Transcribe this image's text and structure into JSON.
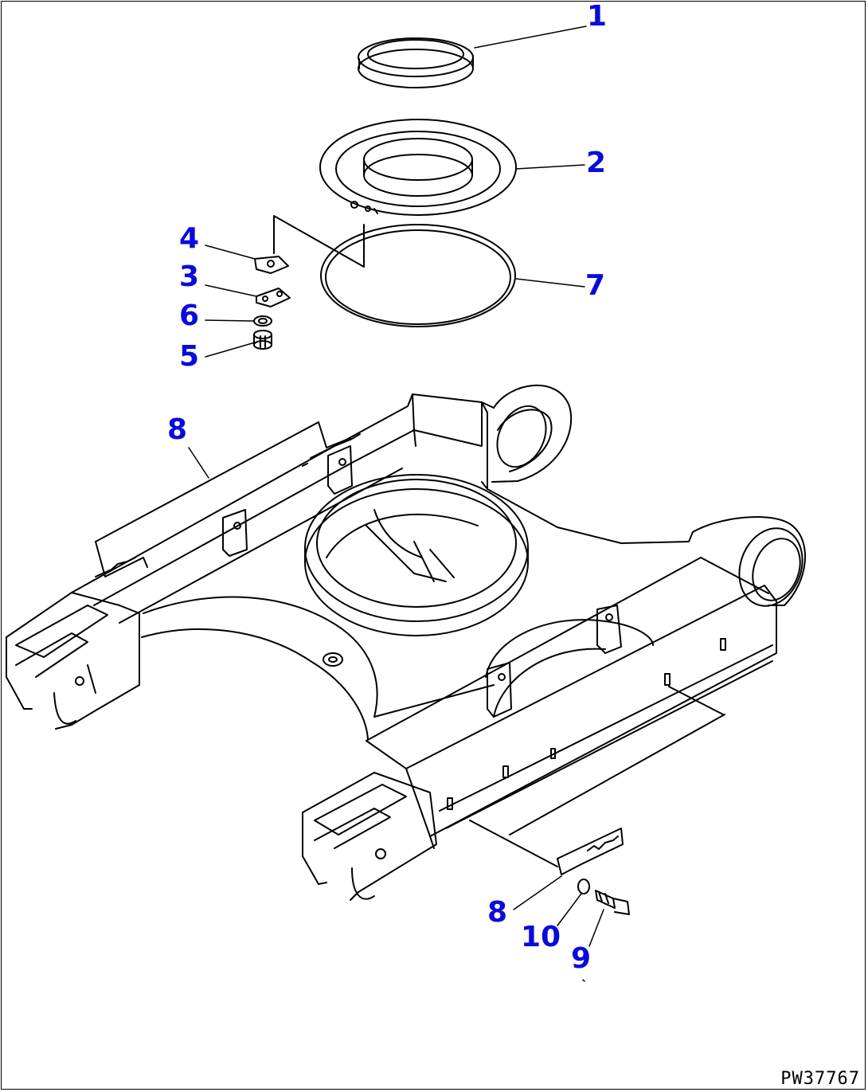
{
  "drawing_code": "PW37767",
  "callouts": [
    {
      "id": "1",
      "text": "1"
    },
    {
      "id": "2",
      "text": "2"
    },
    {
      "id": "7",
      "text": "7"
    },
    {
      "id": "4",
      "text": "4"
    },
    {
      "id": "3",
      "text": "3"
    },
    {
      "id": "6",
      "text": "6"
    },
    {
      "id": "5",
      "text": "5"
    },
    {
      "id": "8a",
      "text": "8"
    },
    {
      "id": "8b",
      "text": "8"
    },
    {
      "id": "10",
      "text": "10"
    },
    {
      "id": "9",
      "text": "9"
    }
  ],
  "colors": {
    "callout": "#0a0adc",
    "line": "#000000",
    "background": "#ffffff"
  }
}
